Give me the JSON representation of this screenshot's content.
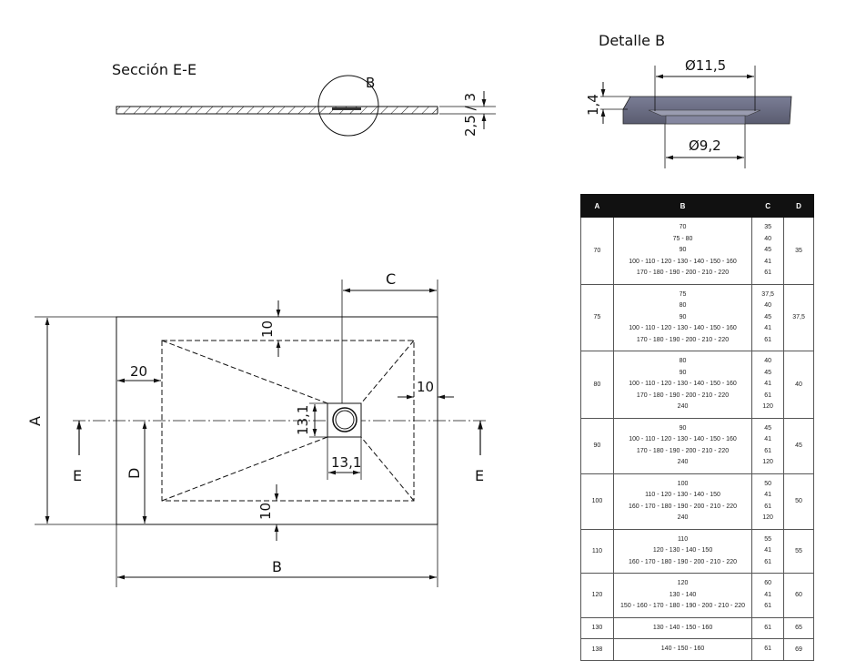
{
  "section_view": {
    "title": "Sección E-E",
    "detail_ref": "B",
    "thickness_label": "2,5 / 3"
  },
  "detail_view": {
    "title": "Detalle B",
    "outer_diameter": "Ø11,5",
    "inner_diameter": "Ø9,2",
    "height": "1,4"
  },
  "plan_view": {
    "label_A": "A",
    "label_B": "B",
    "label_C": "C",
    "label_D": "D",
    "section_mark_left": "E",
    "section_mark_right": "E",
    "margin_top": "10",
    "margin_bottom": "10",
    "margin_left": "20",
    "margin_right": "10",
    "drain_width": "13,1",
    "drain_height": "13,1"
  },
  "table": {
    "headers": [
      "A",
      "B",
      "C",
      "D"
    ],
    "rows": [
      {
        "A": "70",
        "B": [
          "70",
          "75 - 80",
          "90",
          "100 - 110 - 120 - 130 - 140 - 150 - 160",
          "170 - 180 - 190 - 200 - 210 - 220"
        ],
        "C": [
          "35",
          "40",
          "45",
          "41",
          "61"
        ],
        "D": "35"
      },
      {
        "A": "75",
        "B": [
          "75",
          "80",
          "90",
          "100 - 110 - 120 - 130 - 140 - 150 - 160",
          "170 - 180 - 190 - 200 - 210 - 220"
        ],
        "C": [
          "37,5",
          "40",
          "45",
          "41",
          "61"
        ],
        "D": "37,5"
      },
      {
        "A": "80",
        "B": [
          "80",
          "90",
          "100 - 110 - 120 - 130 - 140 - 150 - 160",
          "170 - 180 - 190 - 200 - 210 - 220",
          "240"
        ],
        "C": [
          "40",
          "45",
          "41",
          "61",
          "120"
        ],
        "D": "40"
      },
      {
        "A": "90",
        "B": [
          "90",
          "100 - 110 - 120 - 130 - 140 - 150 - 160",
          "170 - 180 - 190 - 200 - 210 - 220",
          "240"
        ],
        "C": [
          "45",
          "41",
          "61",
          "120"
        ],
        "D": "45"
      },
      {
        "A": "100",
        "B": [
          "100",
          "110 - 120 - 130 - 140 - 150",
          "160 - 170 - 180 - 190 - 200 - 210 - 220",
          "240"
        ],
        "C": [
          "50",
          "41",
          "61",
          "120"
        ],
        "D": "50"
      },
      {
        "A": "110",
        "B": [
          "110",
          "120 - 130 - 140 - 150",
          "160 - 170 - 180 - 190 - 200 - 210 - 220"
        ],
        "C": [
          "55",
          "41",
          "61"
        ],
        "D": "55"
      },
      {
        "A": "120",
        "B": [
          "120",
          "130 - 140",
          "150 - 160 - 170 - 180 - 190 - 200 - 210 - 220"
        ],
        "C": [
          "60",
          "41",
          "61"
        ],
        "D": "60"
      },
      {
        "A": "130",
        "B": [
          "130 - 140 - 150 - 160"
        ],
        "C": [
          "61"
        ],
        "D": "65"
      },
      {
        "A": "138",
        "B": [
          "140 - 150 - 160"
        ],
        "C": [
          "61"
        ],
        "D": "69"
      }
    ]
  }
}
